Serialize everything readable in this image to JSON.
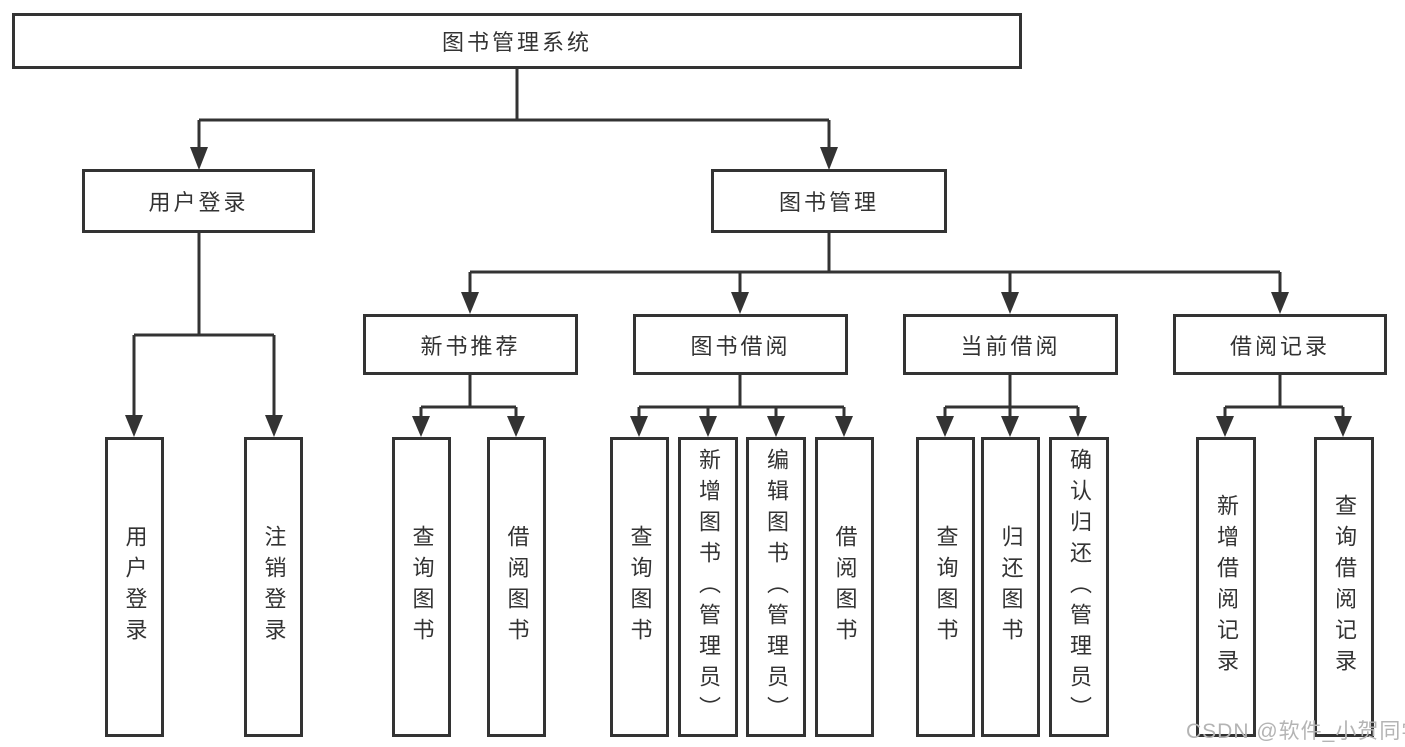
{
  "diagram": {
    "root": {
      "label": "图书管理系统"
    },
    "branches": [
      {
        "label": "用户登录",
        "children": [
          {
            "label": "用户登录"
          },
          {
            "label": "注销登录"
          }
        ]
      },
      {
        "label": "图书管理",
        "children": [
          {
            "label": "新书推荐",
            "children": [
              {
                "label": "查询图书"
              },
              {
                "label": "借阅图书"
              }
            ]
          },
          {
            "label": "图书借阅",
            "children": [
              {
                "label": "查询图书"
              },
              {
                "label": "新增图书（管理员）"
              },
              {
                "label": "编辑图书（管理员）"
              },
              {
                "label": "借阅图书"
              }
            ]
          },
          {
            "label": "当前借阅",
            "children": [
              {
                "label": "查询图书"
              },
              {
                "label": "归还图书"
              },
              {
                "label": "确认归还（管理员）"
              }
            ]
          },
          {
            "label": "借阅记录",
            "children": [
              {
                "label": "新增借阅记录"
              },
              {
                "label": "查询借阅记录"
              }
            ]
          }
        ]
      }
    ]
  },
  "watermark": {
    "text": "CSDN @软件_小贺同学"
  },
  "colors": {
    "line": "#333333",
    "text": "#333333",
    "watermark": "#b4b4b4",
    "background": "#ffffff"
  }
}
